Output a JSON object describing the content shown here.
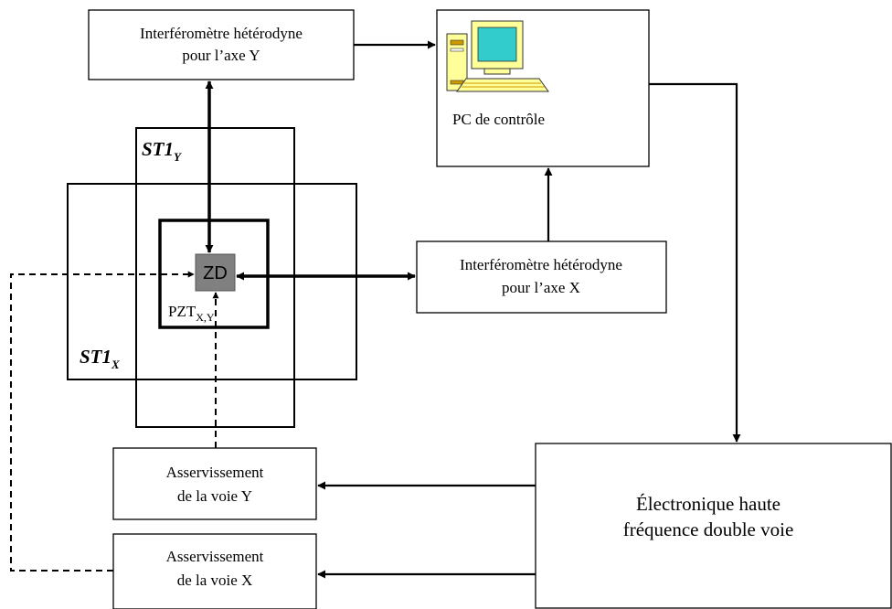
{
  "diagram": {
    "interfero_y": {
      "line1": "Interféromètre hétérodyne",
      "line2": "pour l’axe Y"
    },
    "interfero_x": {
      "line1": "Interféromètre hétérodyne",
      "line2": "pour l’axe X"
    },
    "pc": {
      "label": "PC de contrôle",
      "icon": "computer-icon"
    },
    "electronique": {
      "line1": "Électronique haute",
      "line2": "fréquence double voie"
    },
    "asserv_y": {
      "line1": "Asservissement",
      "line2": "de la voie Y"
    },
    "asserv_x": {
      "line1": "Asservissement",
      "line2": "de la voie X"
    },
    "stage_y": {
      "main": "ST1",
      "sub": "Y"
    },
    "stage_x": {
      "main": "ST1",
      "sub": "X"
    },
    "pzt": {
      "main": "PZT",
      "sub": "X,Y"
    },
    "zd": {
      "label": "ZD",
      "color": "#808080"
    },
    "colors": {
      "monitor_frame": "#ffff99",
      "monitor_screen": "#33cccc",
      "tower_frame": "#ffff99",
      "tower_accent": "#cc9900"
    }
  }
}
